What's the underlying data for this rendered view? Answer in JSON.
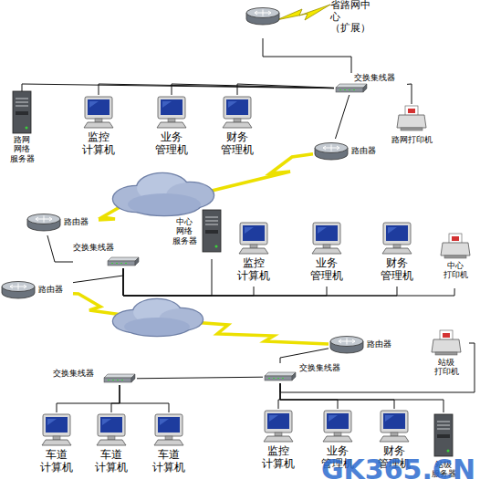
{
  "diagram": {
    "nodes": [
      {
        "text": [
          "省路网中 心（扩展）"
        ]
      },
      {
        "text": [
          "交换集线器"
        ]
      },
      {
        "text": [
          "路网 网络 服务器"
        ]
      },
      {
        "text": [
          "监控 计算机"
        ]
      },
      {
        "text": [
          "业务 管理机"
        ]
      },
      {
        "text": [
          "财务 管理机"
        ]
      },
      {
        "text": [
          "路网打印机"
        ]
      },
      {
        "text": [
          "路由器"
        ]
      },
      {
        "text": [
          "路由器"
        ]
      },
      {
        "text": [
          "交换集线器"
        ]
      },
      {
        "text": [
          "中心 网络 服务器"
        ]
      },
      {
        "text": [
          "监控 计算机"
        ]
      },
      {
        "text": [
          "业务 管理机"
        ]
      },
      {
        "text": [
          "财务 管理机"
        ]
      },
      {
        "text": [
          "中心 打印机"
        ]
      },
      {
        "text": [
          "路由器"
        ]
      },
      {
        "text": [
          "路由器"
        ]
      },
      {
        "text": [
          "站级 打印机"
        ]
      },
      {
        "text": [
          "交换集线器"
        ]
      },
      {
        "text": [
          "交换集线器"
        ]
      },
      {
        "text": [
          "车道 计算机"
        ]
      },
      {
        "text": [
          "车道 计算机"
        ]
      },
      {
        "text": [
          "车道 计算机"
        ]
      },
      {
        "text": [
          "监控 计算机"
        ]
      },
      {
        "text": [
          "业务 管理机"
        ]
      },
      {
        "text": [
          "财务 管理机"
        ]
      },
      {
        "text": [
          "站级 服务器"
        ]
      }
    ],
    "edges": [
      {
        "from": 0,
        "to": 1,
        "arrow": "none"
      },
      {
        "from": 1,
        "to": 2,
        "arrow": "none"
      },
      {
        "from": 1,
        "to": 3,
        "arrow": "none"
      },
      {
        "from": 1,
        "to": 4,
        "arrow": "none"
      },
      {
        "from": 1,
        "to": 5,
        "arrow": "none"
      },
      {
        "from": 1,
        "to": 6,
        "arrow": "none"
      },
      {
        "from": 1,
        "to": 7,
        "arrow": "none"
      },
      {
        "from": 7,
        "to": 8,
        "arrow": "none"
      },
      {
        "from": 8,
        "to": 9,
        "arrow": "none"
      },
      {
        "from": 9,
        "to": 15,
        "arrow": "none"
      },
      {
        "from": 9,
        "to": 10,
        "arrow": "none"
      },
      {
        "from": 9,
        "to": 11,
        "arrow": "none"
      },
      {
        "from": 9,
        "to": 12,
        "arrow": "none"
      },
      {
        "from": 9,
        "to": 13,
        "arrow": "none"
      },
      {
        "from": 9,
        "to": 14,
        "arrow": "none"
      },
      {
        "from": 15,
        "to": 16,
        "arrow": "none"
      },
      {
        "from": 16,
        "to": 19,
        "arrow": "none"
      },
      {
        "from": 19,
        "to": 18,
        "arrow": "none"
      },
      {
        "from": 18,
        "to": 20,
        "arrow": "none"
      },
      {
        "from": 18,
        "to": 21,
        "arrow": "none"
      },
      {
        "from": 18,
        "to": 22,
        "arrow": "none"
      },
      {
        "from": 19,
        "to": 23,
        "arrow": "none"
      },
      {
        "from": 19,
        "to": 24,
        "arrow": "none"
      },
      {
        "from": 19,
        "to": 25,
        "arrow": "none"
      },
      {
        "from": 19,
        "to": 26,
        "arrow": "none"
      },
      {
        "from": 19,
        "to": 17,
        "arrow": "none"
      }
    ],
    "labels": [
      "GK365.CN"
    ]
  }
}
